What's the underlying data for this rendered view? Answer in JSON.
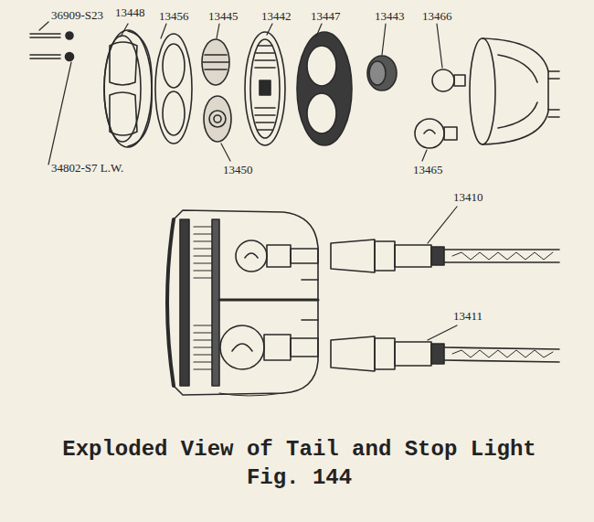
{
  "diagram": {
    "caption": "Exploded View of Tail and Stop Light Fig. 144",
    "labels": [
      "36909-S23",
      "13448",
      "13456",
      "13445",
      "13442",
      "13447",
      "13443",
      "13466",
      "34802-S7 L.W.",
      "13450",
      "13465",
      "13410",
      "13411"
    ]
  }
}
